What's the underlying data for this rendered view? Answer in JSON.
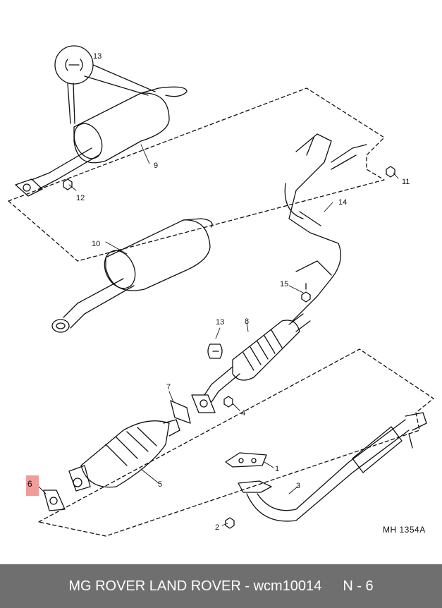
{
  "diagram": {
    "reference_code": "MH 1354A",
    "labels": {
      "p1": "1",
      "p2": "2",
      "p3": "3",
      "p4": "4",
      "p5": "5",
      "p6": "6",
      "p7": "7",
      "p8": "8",
      "p9": "9",
      "p10": "10",
      "p11": "11",
      "p12": "12",
      "p13a": "13",
      "p13b": "13",
      "p14": "14",
      "p15": "15"
    },
    "highlight_color": "#f08a8a"
  },
  "footer": {
    "brand": "MG ROVER LAND ROVER - wcm10014",
    "page": "N - 6"
  }
}
